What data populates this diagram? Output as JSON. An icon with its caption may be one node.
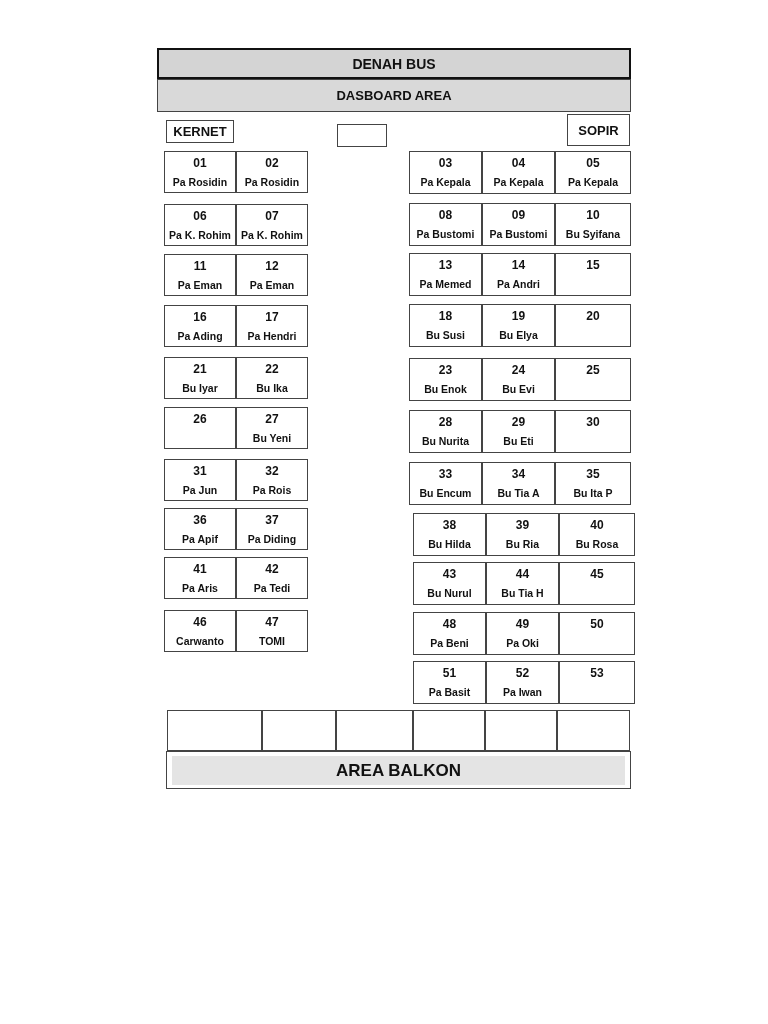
{
  "diagram": {
    "nodes": [
      {
        "text": [
          "DENAH BUS"
        ]
      },
      {
        "text": [
          "DASBOARD AREA"
        ]
      },
      {
        "text": [
          "KERNET"
        ]
      },
      {
        "text": [],
        "shape": "box"
      },
      {
        "text": [
          "SOPIR"
        ]
      },
      {
        "text": [
          "01",
          "Pa Rosidin"
        ]
      },
      {
        "text": [
          "02",
          "Pa Rosidin"
        ]
      },
      {
        "text": [
          "03",
          "Pa Kepala"
        ]
      },
      {
        "text": [
          "04",
          "Pa Kepala"
        ]
      },
      {
        "text": [
          "05",
          "Pa Kepala"
        ]
      },
      {
        "text": [
          "06",
          "Pa K. Rohim"
        ]
      },
      {
        "text": [
          "07",
          "Pa K. Rohim"
        ]
      },
      {
        "text": [
          "08",
          "Pa Bustomi"
        ]
      },
      {
        "text": [
          "09",
          "Pa Bustomi"
        ]
      },
      {
        "text": [
          "10",
          "Bu Syifana"
        ]
      },
      {
        "text": [
          "11",
          "Pa Eman"
        ]
      },
      {
        "text": [
          "12",
          "Pa Eman"
        ]
      },
      {
        "text": [
          "13",
          "Pa Memed"
        ]
      },
      {
        "text": [
          "14",
          "Pa Andri"
        ]
      },
      {
        "text": [
          "15"
        ]
      },
      {
        "text": [
          "16",
          "Pa Ading"
        ]
      },
      {
        "text": [
          "17",
          "Pa Hendri"
        ]
      },
      {
        "text": [
          "18",
          "Bu Susi"
        ]
      },
      {
        "text": [
          "19",
          "Bu Elya"
        ]
      },
      {
        "text": [
          "20"
        ]
      },
      {
        "text": [
          "21",
          "Bu Iyar"
        ]
      },
      {
        "text": [
          "22",
          "Bu Ika"
        ]
      },
      {
        "text": [
          "23",
          "Bu Enok"
        ]
      },
      {
        "text": [
          "24",
          "Bu Evi"
        ]
      },
      {
        "text": [
          "25"
        ]
      },
      {
        "text": [
          "26"
        ]
      },
      {
        "text": [
          "27",
          "Bu Yeni"
        ]
      },
      {
        "text": [
          "28",
          "Bu Nurita"
        ]
      },
      {
        "text": [
          "29",
          "Bu Eti"
        ]
      },
      {
        "text": [
          "30"
        ]
      },
      {
        "text": [
          "31",
          "Pa Jun"
        ]
      },
      {
        "text": [
          "32",
          "Pa Rois"
        ]
      },
      {
        "text": [
          "33",
          "Bu Encum"
        ]
      },
      {
        "text": [
          "34",
          "Bu Tia A"
        ]
      },
      {
        "text": [
          "35",
          "Bu Ita P"
        ]
      },
      {
        "text": [
          "36",
          "Pa Apif"
        ]
      },
      {
        "text": [
          "37",
          "Pa Diding"
        ]
      },
      {
        "text": [
          "38",
          "Bu Hilda"
        ]
      },
      {
        "text": [
          "39",
          "Bu Ria"
        ]
      },
      {
        "text": [
          "40",
          "Bu Rosa"
        ]
      },
      {
        "text": [
          "41",
          "Pa Aris"
        ]
      },
      {
        "text": [
          "42",
          "Pa Tedi"
        ]
      },
      {
        "text": [
          "43",
          "Bu Nurul"
        ]
      },
      {
        "text": [
          "44",
          "Bu Tia H"
        ]
      },
      {
        "text": [
          "45"
        ]
      },
      {
        "text": [
          "46",
          "Carwanto"
        ]
      },
      {
        "text": [
          "47",
          "TOMI"
        ]
      },
      {
        "text": [
          "48",
          "Pa Beni"
        ]
      },
      {
        "text": [
          "49",
          "Pa Oki"
        ]
      },
      {
        "text": [
          "50"
        ]
      },
      {
        "text": [
          "51",
          "Pa Basit"
        ]
      },
      {
        "text": [
          "52",
          "Pa Iwan"
        ]
      },
      {
        "text": [
          "53"
        ]
      },
      {
        "text": [],
        "shape": "box"
      },
      {
        "text": [],
        "shape": "box"
      },
      {
        "text": [],
        "shape": "box"
      },
      {
        "text": [],
        "shape": "box"
      },
      {
        "text": [],
        "shape": "box"
      },
      {
        "text": [],
        "shape": "box"
      },
      {
        "text": [
          "AREA BALKON"
        ]
      }
    ]
  }
}
